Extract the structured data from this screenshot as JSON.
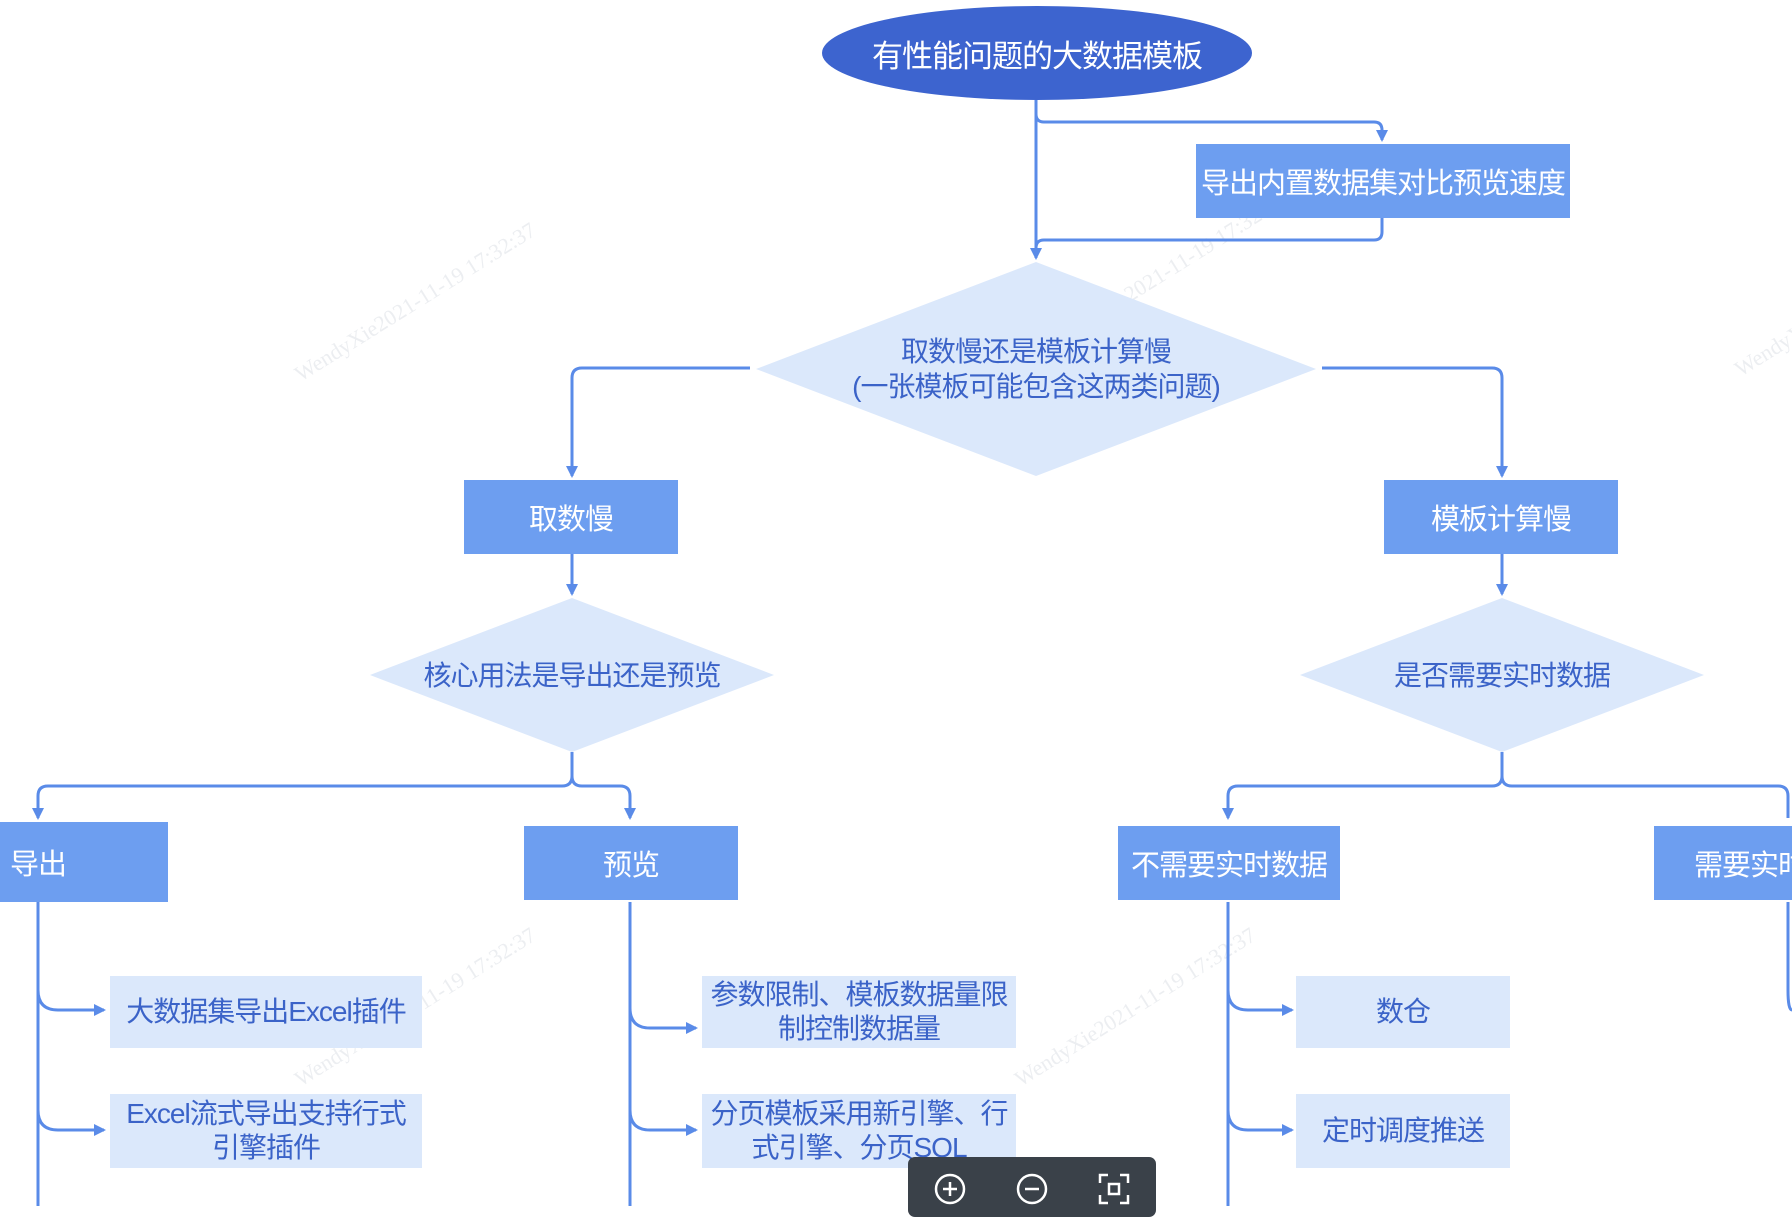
{
  "nodes": {
    "root": "有性能问题的大数据模板",
    "export_compare": "导出内置数据集对比预览速度",
    "decision_main_line1": "取数慢还是模板计算慢",
    "decision_main_line2": "(一张模板可能包含这两类问题)",
    "slow_fetch": "取数慢",
    "template_calc_slow": "模板计算慢",
    "decision_usage": "核心用法是导出还是预览",
    "decision_realtime": "是否需要实时数据",
    "export": "导出",
    "preview": "预览",
    "no_realtime": "不需要实时数据",
    "need_realtime": "需要实时数据",
    "export_plugin1": "大数据集导出Excel插件",
    "export_plugin2_line1": "Excel流式导出支持行式",
    "export_plugin2_line2": "引擎插件",
    "preview_limit_line1": "参数限制、模板数据量限",
    "preview_limit_line2": "制控制数据量",
    "preview_engine_line1": "分页模板采用新引擎、行",
    "preview_engine_line2": "式引擎、分页SQL",
    "warehouse": "数仓",
    "scheduled_push": "定时调度推送"
  },
  "watermark": "WendyXie2021-11-19 17:32:37",
  "toolbar": {
    "zoom_in_icon": "zoom-in-icon",
    "zoom_out_icon": "zoom-out-icon",
    "fit_icon": "fit-screen-icon"
  },
  "colors": {
    "root_fill": "#3d64cf",
    "dark_box": "#6d9ef0",
    "light_box": "#dbe8fb",
    "text_blue": "#3b63c8",
    "connector": "#5a8be8",
    "toolbar": "#3a4149"
  }
}
